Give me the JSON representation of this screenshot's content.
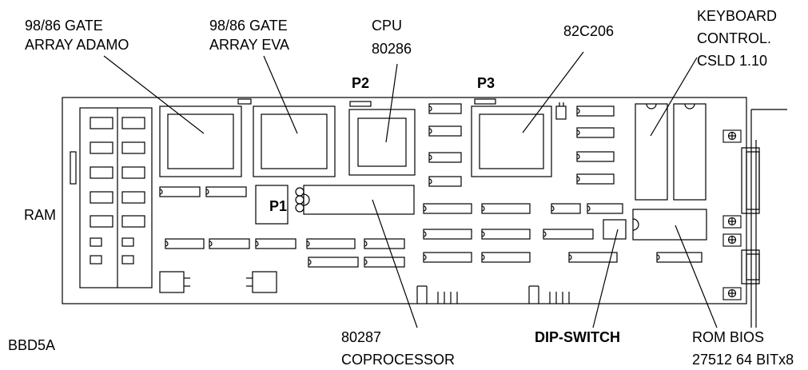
{
  "labels": {
    "gate_adamo_l1": "98/86 GATE",
    "gate_adamo_l2": "ARRAY ADAMO",
    "gate_eva_l1": "98/86 GATE",
    "gate_eva_l2": "ARRAY EVA",
    "cpu_l1": "CPU",
    "cpu_l2": "80286",
    "chipset": "82C206",
    "kbd_l1": "KEYBOARD",
    "kbd_l2": "CONTROL.",
    "kbd_l3": "CSLD 1.10",
    "p1": "P1",
    "p2": "P2",
    "p3": "P3",
    "ram": "RAM",
    "board_id": "BBD5A",
    "copro_l1": "80287",
    "copro_l2": "COPROCESSOR",
    "dip": "DIP-SWITCH",
    "rom_l1": "ROM BIOS",
    "rom_l2": "27512 64 BITx8"
  }
}
